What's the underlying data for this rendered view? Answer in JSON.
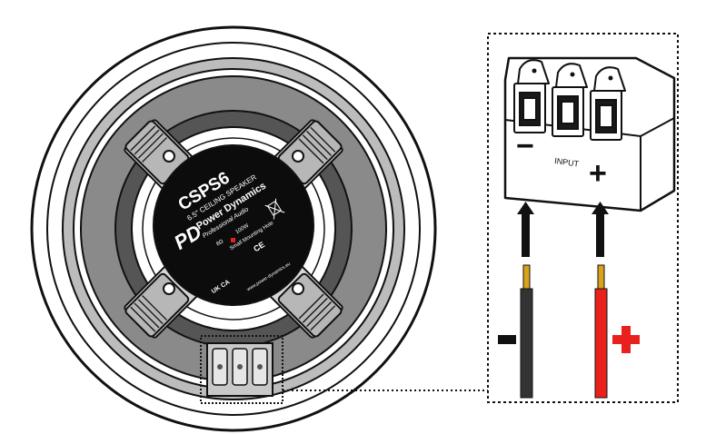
{
  "speaker": {
    "model": "CSPS6",
    "type": "6.5\" CEILING SPEAKER",
    "brand": "Power Dynamics",
    "brand_sub": "Professional Audio",
    "logo_text": "PD",
    "label_line1": "8Ω",
    "label_line2": "100W",
    "label_line3": "Small Mounting Hole",
    "website": "www.power-dynamics.eu",
    "cert_ce": "CE",
    "cert_ukca": "UK CA"
  },
  "terminal": {
    "input_label": "INPUT",
    "minus_symbol": "−",
    "plus_symbol": "+"
  },
  "wires": {
    "negative_label": "-",
    "positive_label": "+"
  },
  "colors": {
    "negative_wire": "#333333",
    "positive_wire": "#e8211d",
    "plus_marker": "#e8211d",
    "tinned_tip": "#d9a21b"
  }
}
